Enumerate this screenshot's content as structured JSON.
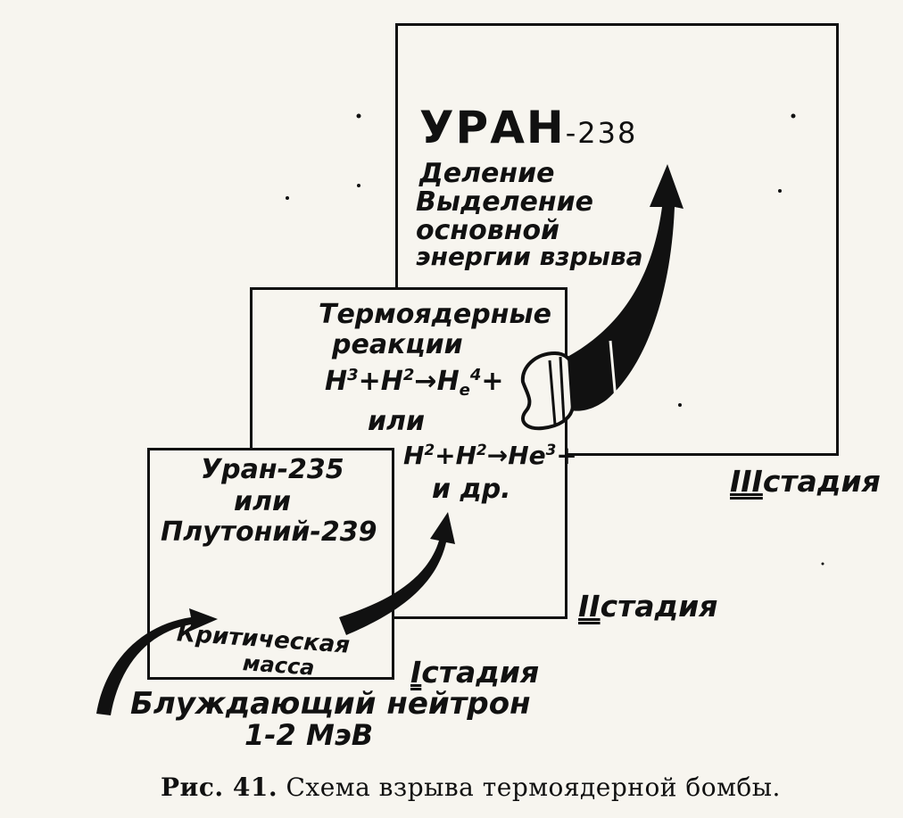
{
  "stage3": {
    "title": "УРАН",
    "title_suffix": "-238",
    "lines": [
      "Деление",
      "Выделение",
      "основной",
      "энергии взрыва"
    ],
    "label_num": "III",
    "label_text": "стадия"
  },
  "stage2": {
    "lines": [
      "Термоядерные",
      "реакции"
    ],
    "reaction1": {
      "a": "H",
      "a_sup": "3",
      "b": "H",
      "b_sup": "2",
      "c": "H",
      "c_sup": "4",
      "c_sub": "e"
    },
    "or": "или",
    "reaction2": {
      "a": "H",
      "a_sup": "2",
      "b": "H",
      "b_sup": "2",
      "c": "He",
      "c_sup": "3"
    },
    "etc": "и др.",
    "label_num": "II",
    "label_text": "стадия"
  },
  "stage1": {
    "lines": [
      "Уран-235",
      "или",
      "Плутоний-239"
    ],
    "mass_lines": [
      "Критическая",
      "масса"
    ],
    "label_num": "I",
    "label_text": "стадия"
  },
  "neutron": {
    "line1": "Блуждающий нейтрон",
    "line2": "1-2 МэВ"
  },
  "caption": {
    "prefix": "Рис. 41.",
    "text": "Схема взрыва термоядерной бомбы."
  }
}
